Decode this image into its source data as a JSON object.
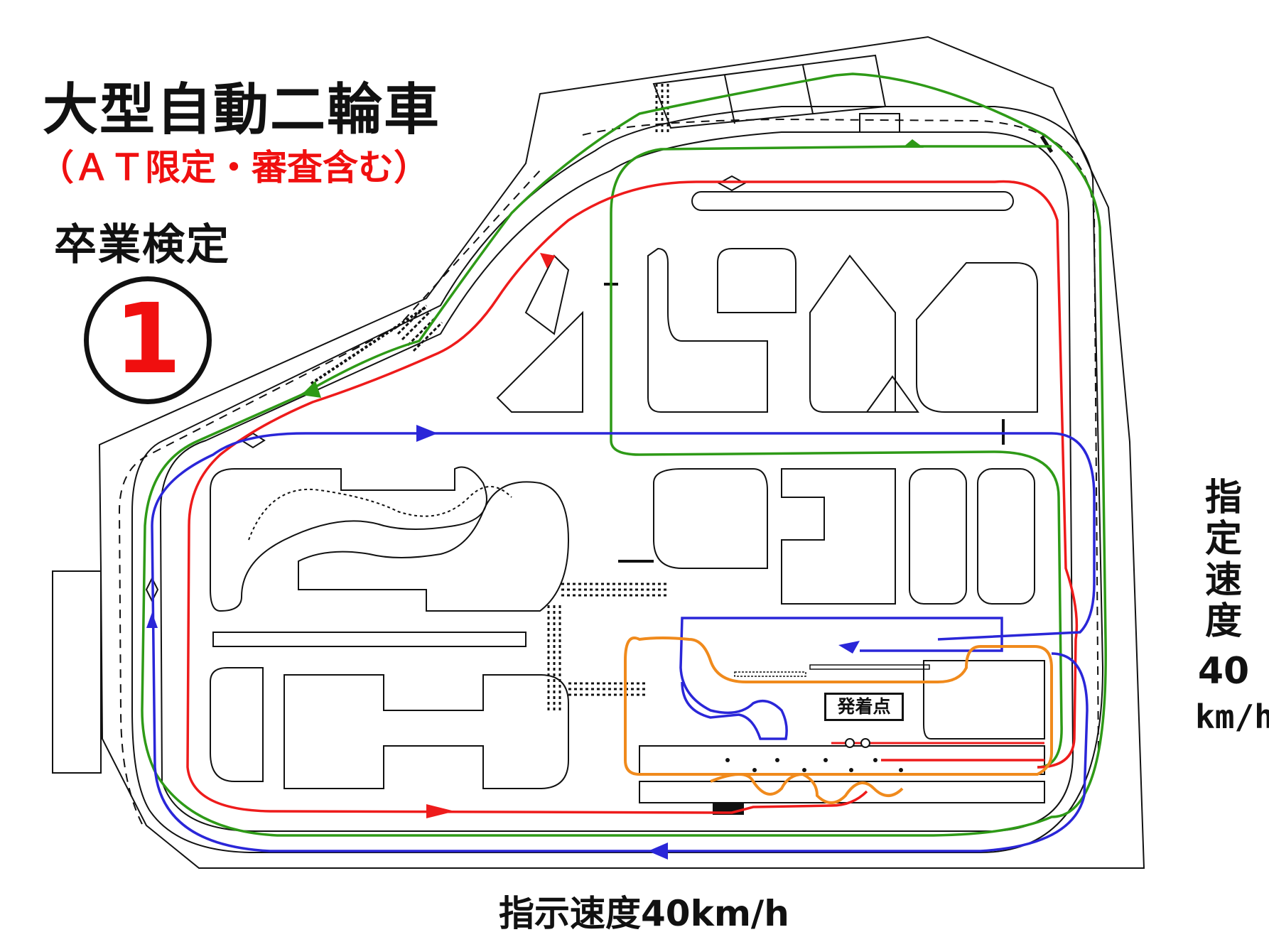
{
  "title": "大型自動二輪車",
  "subtitle": "（ＡＴ限定・審査含む）",
  "exam_name": "卒業検定",
  "course_number": "1",
  "start_point_label": "発着点",
  "speed_right": {
    "chars": [
      "指",
      "定",
      "速",
      "度"
    ],
    "value": "40",
    "unit": "km/h"
  },
  "speed_bottom": "指示速度40km/h",
  "route_colors": {
    "green": "#2e9a17",
    "red": "#ee1b1b",
    "blue": "#2a26d8",
    "orange": "#f08a1c",
    "track": "#111111"
  },
  "route_legend": [
    "green",
    "red",
    "blue",
    "orange"
  ]
}
